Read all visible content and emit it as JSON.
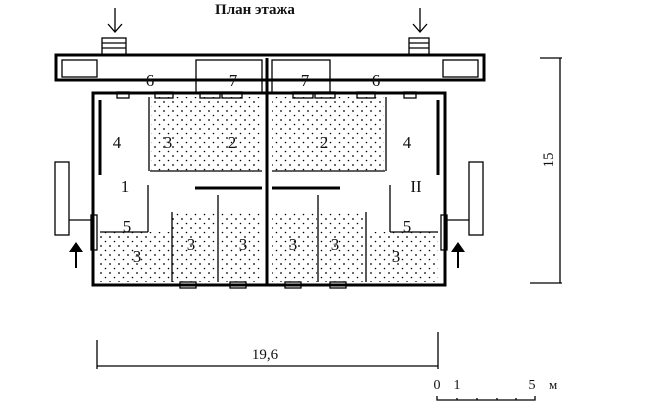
{
  "title": "План этажа",
  "rooms": {
    "r6a": "6",
    "r7a": "7",
    "r7b": "7",
    "r6b": "6",
    "r4a": "4",
    "r3a": "3",
    "r2a": "2",
    "r2b": "2",
    "r4b": "4",
    "r1": "1",
    "rII": "II",
    "r5a": "5",
    "r5b": "5",
    "r3b": "3",
    "r3c": "3",
    "r3d": "3",
    "r3e": "3",
    "r3f": "3",
    "r3g": "3"
  },
  "dimensions": {
    "width": "19,6",
    "depth": "15"
  },
  "scale": {
    "zero": "0",
    "one": "1",
    "five": "5",
    "unit": "м"
  }
}
